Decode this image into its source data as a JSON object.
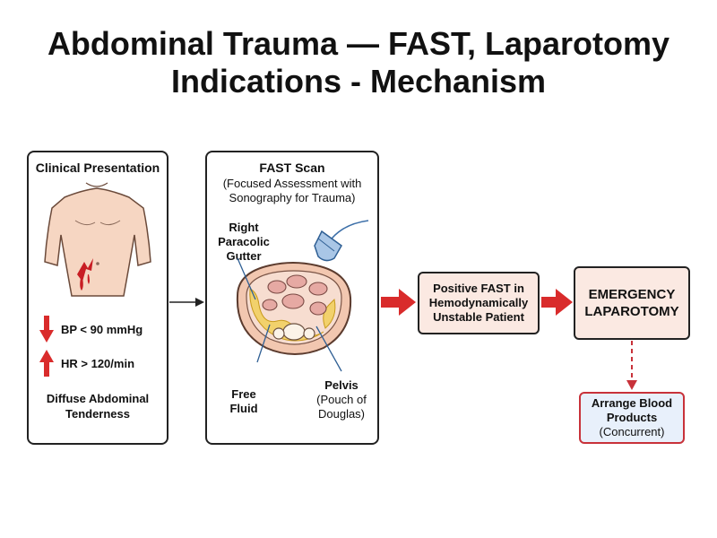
{
  "title": {
    "line1": "Abdominal Trauma — FAST, Laparotomy",
    "line2": "Indications - Mechanism"
  },
  "clinical": {
    "heading": "Clinical Presentation",
    "bp": "BP < 90 mmHg",
    "hr": "HR > 120/min",
    "tenderness_line1": "Diffuse Abdominal",
    "tenderness_line2": "Tenderness"
  },
  "fast": {
    "heading": "FAST Scan",
    "sub_line1": "(Focused Assessment with",
    "sub_line2": "Sonography for Trauma)",
    "label_right_line1": "Right",
    "label_right_line2": "Paracolic",
    "label_right_line3": "Gutter",
    "label_fluid_line1": "Free",
    "label_fluid_line2": "Fluid",
    "label_pelvis_line1": "Pelvis",
    "label_pelvis_line2": "(Pouch of",
    "label_pelvis_line3": "Douglas)"
  },
  "positive_fast": {
    "line1": "Positive FAST in",
    "line2": "Hemodynamically",
    "line3": "Unstable Patient"
  },
  "laparotomy": {
    "line1": "EMERGENCY",
    "line2": "LAPAROTOMY"
  },
  "blood": {
    "line1": "Arrange Blood",
    "line2": "Products",
    "line3": "(Concurrent)"
  },
  "colors": {
    "arrow_red": "#d92b2b",
    "wound_red": "#c81e24",
    "skin": "#f6d6c2",
    "fluid_yellow": "#f1cf5a",
    "probe_blue": "#a9c6e6",
    "box_fill": "#fbe9e2",
    "blood_fill": "#e8f0fb"
  }
}
